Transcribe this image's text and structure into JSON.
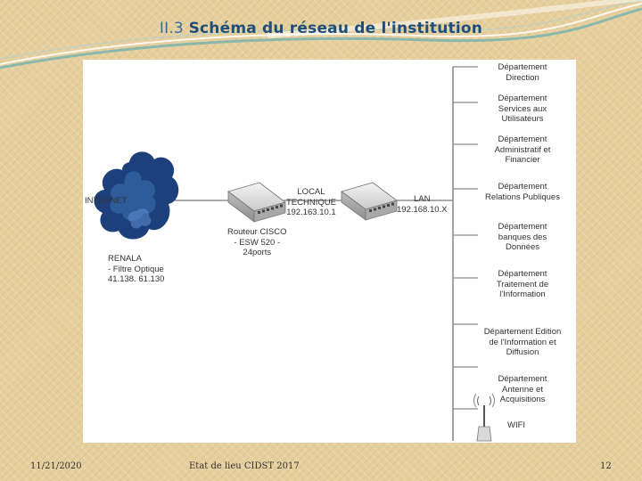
{
  "slide": {
    "title_number": "II.3",
    "title_text": "Schéma du réseau de l'institution"
  },
  "diagram": {
    "internet_label": "INTERNET",
    "provider_label": "RENALA\n- Filtre Optique\n41.138. 61.130",
    "router_label": "Routeur CISCO\n- ESW 520 -\n24ports",
    "local_label": "LOCAL\nTECHNIQUE\n192.163.10.1",
    "lan_label": "LAN\n192.168.10.X",
    "departments": [
      "Département\nDirection",
      "Département\nServices aux\nUtilisateurs",
      "Département\nAdministratif et\nFinancier",
      "Département\nRelations Publiques",
      "Département\nbanques des\nDonnées",
      "Département\nTraitement de\nl'Information",
      "Département Edition\nde l'Information et\nDiffusion",
      "Département\nAntenne et\nAcquisitions",
      "WIFI"
    ]
  },
  "footer": {
    "date": "11/21/2020",
    "center": "Etat de lieu CIDST 2017",
    "page": "12"
  },
  "colors": {
    "title": "#1f4f7a",
    "cloud": "#1d3f7c",
    "line": "#7a7a7a"
  }
}
